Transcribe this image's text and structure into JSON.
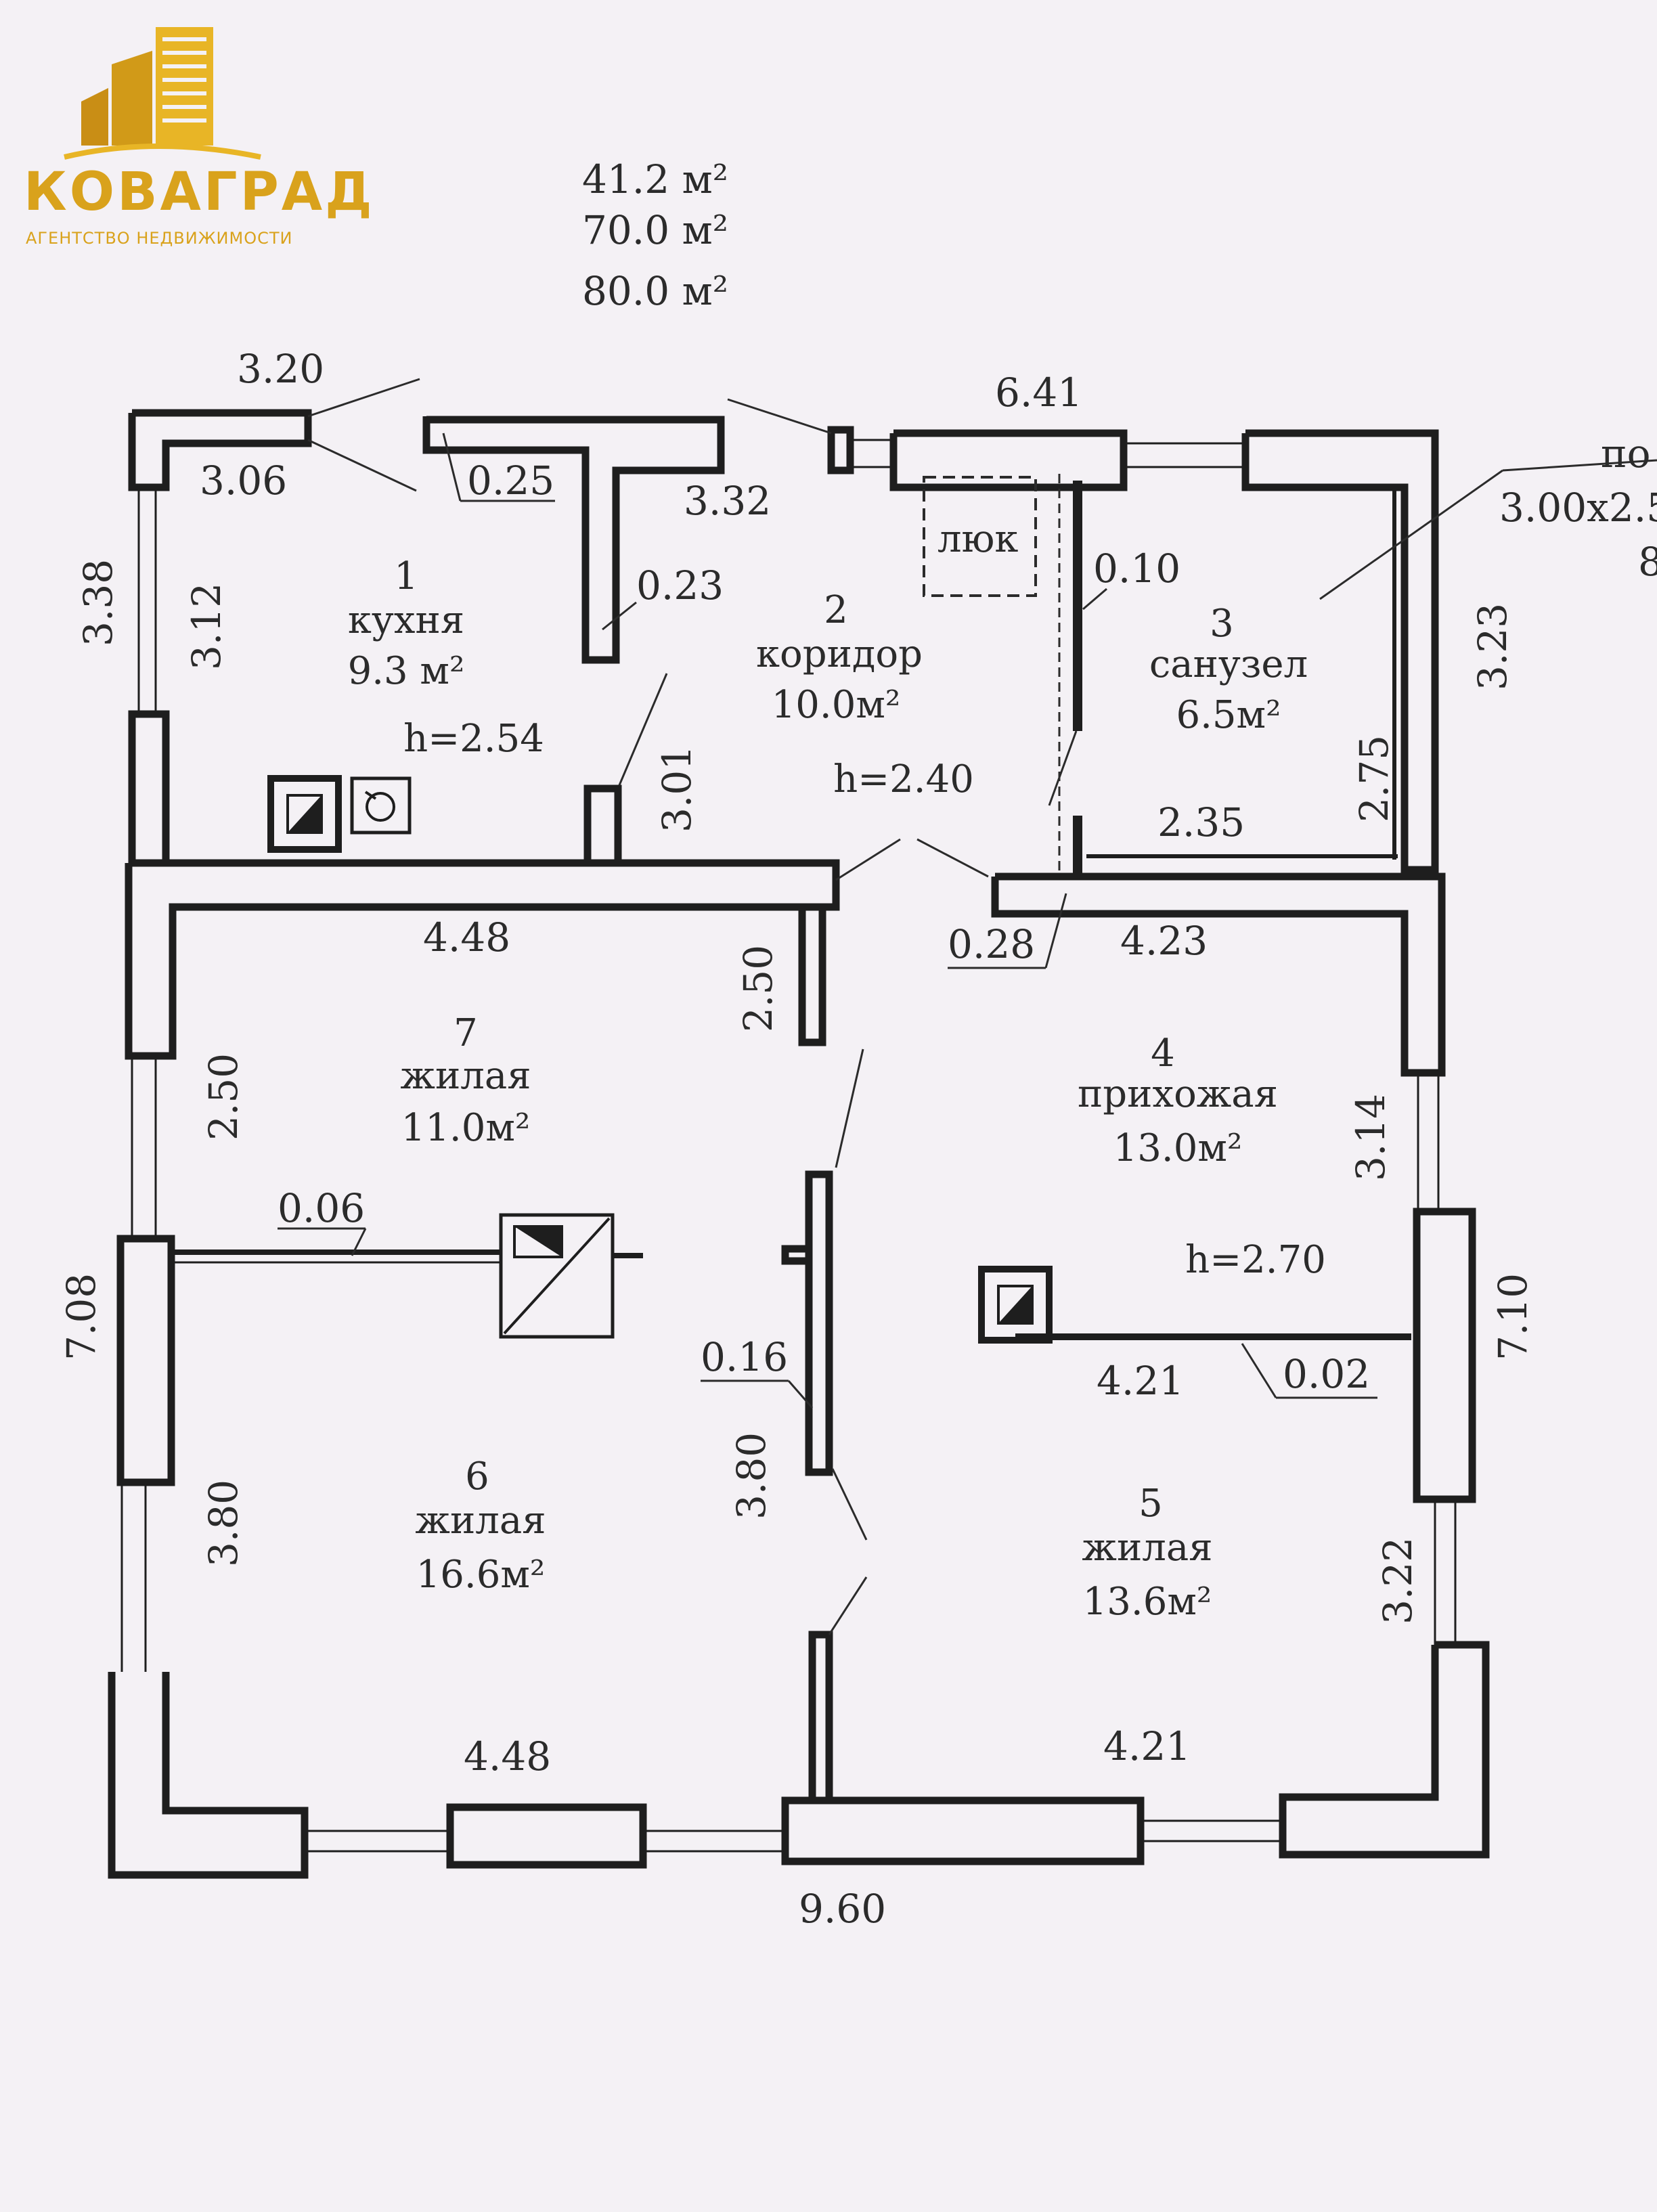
{
  "logo": {
    "name": "КОВАГРАД",
    "tagline": "АГЕНТСТВО НЕДВИЖИМОСТИ",
    "color": "#d9a21c"
  },
  "summary_areas": [
    "41.2 м²",
    "70.0 м²",
    "80.0 м²"
  ],
  "rooms": [
    {
      "number": "1",
      "name": "кухня",
      "area": "9.3 м²",
      "height": "h=2.54"
    },
    {
      "number": "2",
      "name": "коридор",
      "area": "10.0м²",
      "height": "h=2.40"
    },
    {
      "number": "3",
      "name": "санузел",
      "area": "6.5м²"
    },
    {
      "number": "4",
      "name": "прихожая",
      "area": "13.0м²",
      "height": "h=2.70"
    },
    {
      "number": "5",
      "name": "жилая",
      "area": "13.6м²"
    },
    {
      "number": "6",
      "name": "жилая",
      "area": "16.6м²"
    },
    {
      "number": "7",
      "name": "жилая",
      "area": "11.0м²"
    }
  ],
  "hatch_label": "люк",
  "partial_edge_text": [
    "по",
    "3.00х2.5",
    "8"
  ],
  "dimensions": {
    "kitchen_outer_top": "3.20",
    "kitchen_inner_top": "3.06",
    "wall_0_25": "0.25",
    "wall_3_32": "3.32",
    "top_right": "6.41",
    "left_top_outer": "3.38",
    "kitchen_side": "3.12",
    "partition_0_23": "0.23",
    "partition_0_10": "0.10",
    "right_top": "3.23",
    "corridor_side": "3.01",
    "bath_side": "2.75",
    "bath_bottom": "2.35",
    "room7_top": "4.48",
    "room7_side_right": "2.50",
    "wall_0_28": "0.28",
    "room4_top": "4.23",
    "room7_side_left": "2.50",
    "room4_side": "3.14",
    "partition_0_06": "0.06",
    "left_outer": "7.08",
    "right_outer": "7.10",
    "partition_0_16": "0.16",
    "room5_top": "4.21",
    "partition_0_02": "0.02",
    "room6_side_right": "3.80",
    "room6_side_left": "3.80",
    "room5_side": "3.22",
    "room6_bottom": "4.48",
    "room5_bottom": "4.21",
    "bottom_outer": "9.60"
  }
}
